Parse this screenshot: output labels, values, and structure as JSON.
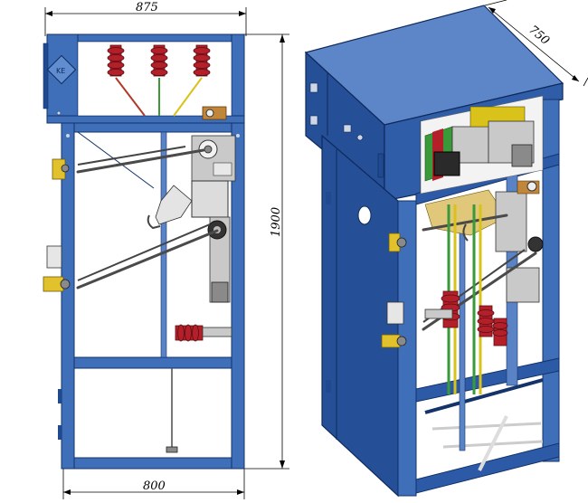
{
  "dimensions": {
    "top_width": "875",
    "bottom_width": "800",
    "height": "1900",
    "depth": "750"
  },
  "colors": {
    "frame_blue": "#3f6fb8",
    "panel_blue": "#2f5da8",
    "insulator_red": "#b3202a",
    "bus_green": "#3a9a3a",
    "bus_yellow": "#d9c21a"
  },
  "icons": {
    "logo": "logo-badge-icon"
  }
}
